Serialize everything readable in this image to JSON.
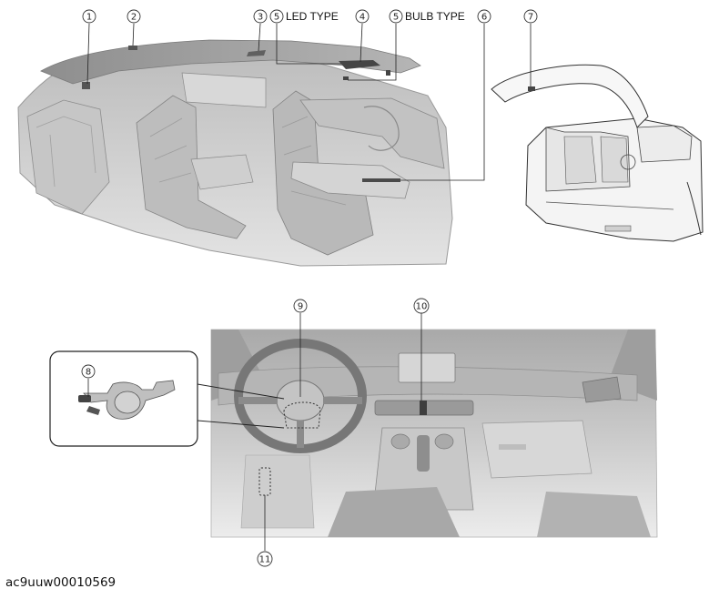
{
  "callouts": {
    "c1": "1",
    "c2": "2",
    "c3": "3",
    "c4": "4",
    "c5a": "5",
    "c5b": "5",
    "c6": "6",
    "c7": "7",
    "c8": "8",
    "c9": "9",
    "c10": "10",
    "c11": "11"
  },
  "labels": {
    "led_type": "LED TYPE",
    "bulb_type": "BULB TYPE"
  },
  "image_code": "ac9uuw00010569"
}
